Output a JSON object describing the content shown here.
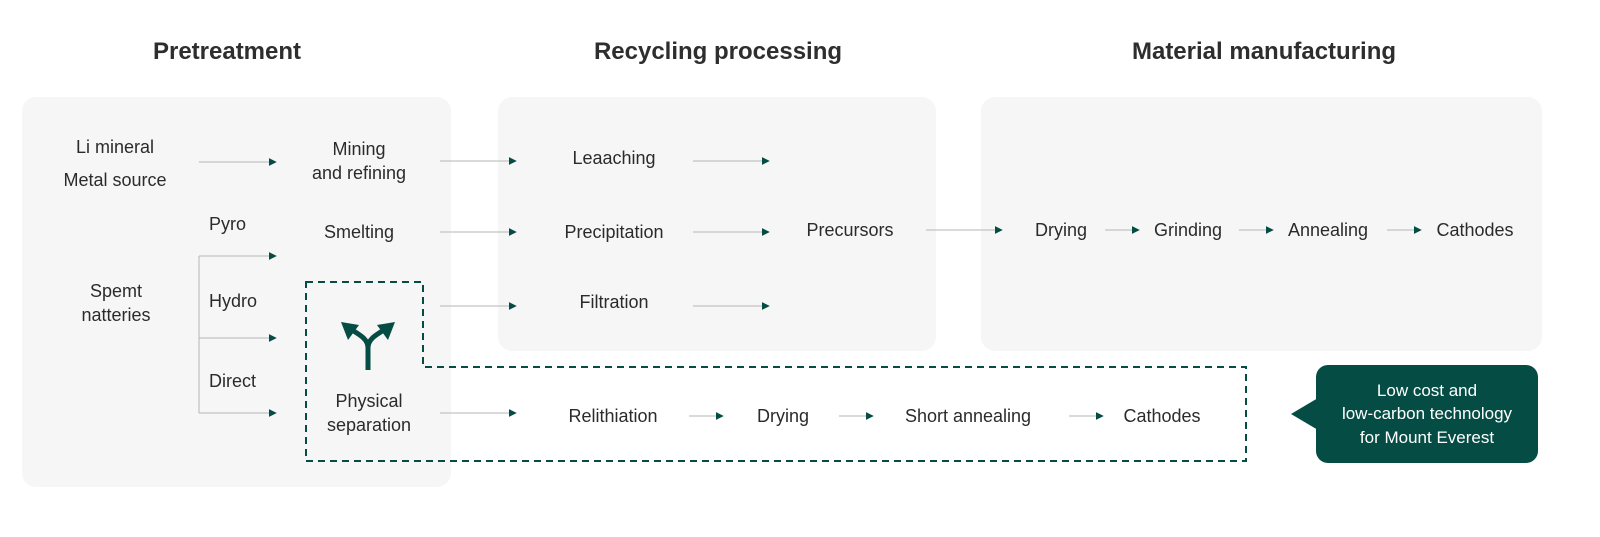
{
  "headings": {
    "pretreatment": "Pretreatment",
    "recycling": "Recycling processing",
    "material": "Material manufacturing"
  },
  "pretreatment": {
    "li_mineral": "Li mineral",
    "metal_source": "Metal source",
    "spent_batteries": [
      "Spemt",
      "natteries"
    ],
    "pyro": "Pyro",
    "hydro": "Hydro",
    "direct": "Direct",
    "mining": [
      "Mining",
      "and refining"
    ],
    "smelting": "Smelting",
    "physical_separation": [
      "Physical",
      "separation"
    ]
  },
  "recycling": {
    "leaching": "Leaaching",
    "precipitation": "Precipitation",
    "filtration": "Filtration",
    "precursors": "Precursors"
  },
  "material": {
    "drying": "Drying",
    "grinding": "Grinding",
    "annealing": "Annealing",
    "cathodes": "Cathodes"
  },
  "direct_route": {
    "relithiation": "Relithiation",
    "drying": "Drying",
    "short_annealing": "Short annealing",
    "cathodes": "Cathodes"
  },
  "callout": [
    "Low cost and",
    "low-carbon technology",
    "for Mount Everest"
  ],
  "colors": {
    "accent": "#054d44",
    "panel": "#f6f6f6",
    "line": "#b5b5b5"
  },
  "icons": {
    "branch": "split-arrow-icon"
  }
}
